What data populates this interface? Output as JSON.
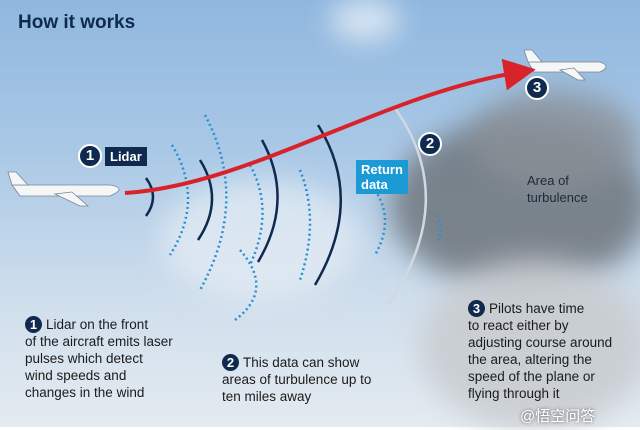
{
  "title": "How it works",
  "labels": {
    "lidar": "Lidar",
    "return_data": "Return\ndata",
    "area": "Area of\nturbulence"
  },
  "markers": {
    "one": "1",
    "two": "2",
    "three": "3"
  },
  "steps": [
    {
      "num": "1",
      "text": "Lidar on the front\nof the aircraft emits laser\npulses which detect\nwind speeds and\nchanges in the wind"
    },
    {
      "num": "2",
      "text": "This data can show\nareas of turbulence up to\nten miles away"
    },
    {
      "num": "3",
      "text": "Pilots have time\nto react either by\nadjusting course around\nthe area, altering the\nspeed of the plane or\nflying through it"
    }
  ],
  "watermark": "@悟空问答",
  "colors": {
    "navy": "#0f2a4e",
    "cyan": "#1b9ad6",
    "red": "#d9232a",
    "dots": "#2a8fd0"
  }
}
